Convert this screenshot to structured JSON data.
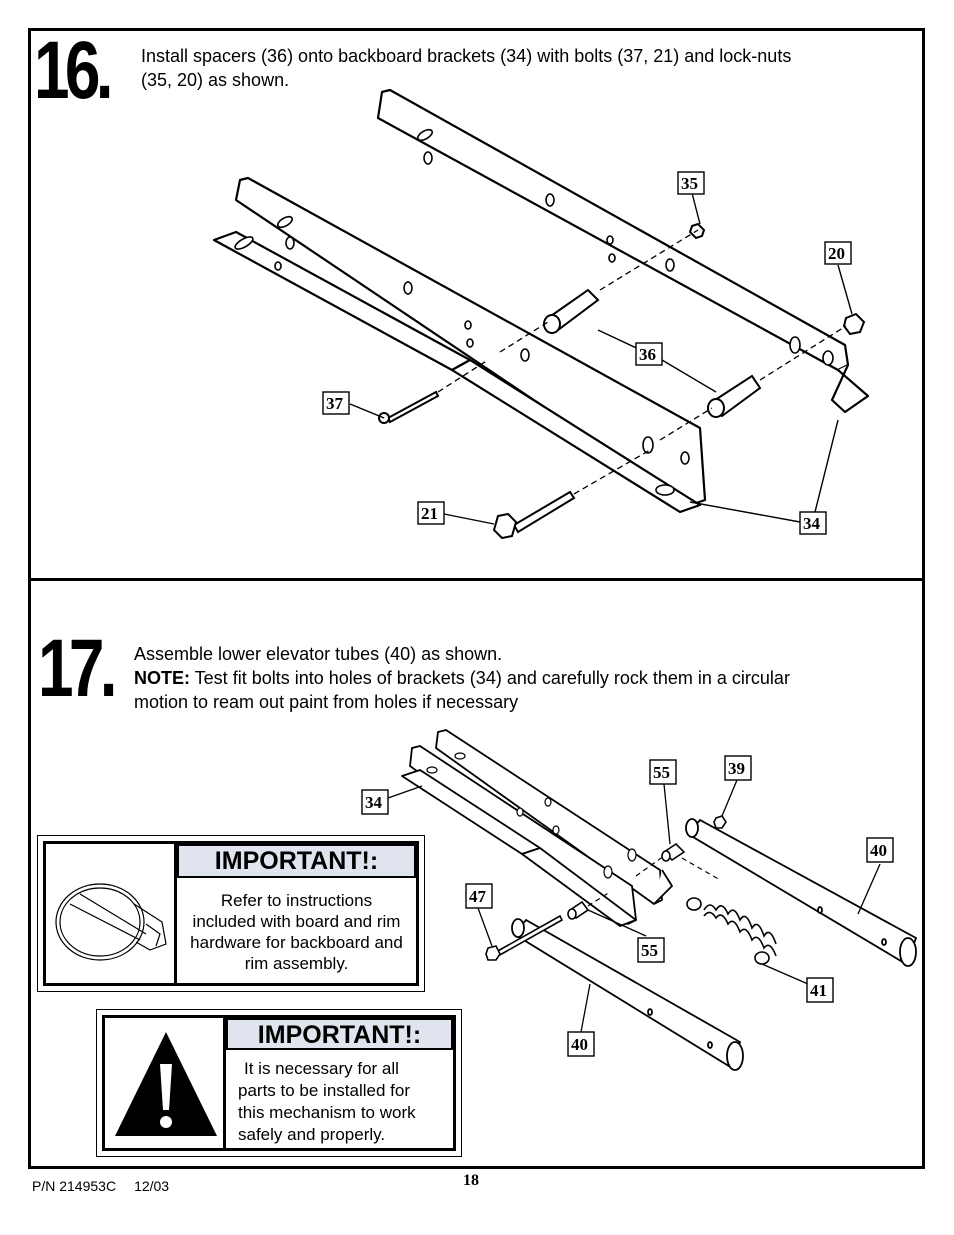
{
  "step16": {
    "number": "16.",
    "text_line1": "Install spacers (36) onto backboard brackets (34) with bolts (37, 21) and lock-nuts",
    "text_line2": "(35, 20) as shown.",
    "callouts": [
      "35",
      "20",
      "36",
      "37",
      "21",
      "34"
    ]
  },
  "step17": {
    "number": "17.",
    "text_line1": "Assemble lower elevator tubes (40) as shown.",
    "note_label": "NOTE:",
    "note_text_line1": " Test fit bolts into holes of brackets (34) and carefully rock them in a circular",
    "note_text_line2": "motion to ream out paint from holes if necessary",
    "callouts": [
      "55",
      "39",
      "34",
      "40",
      "47",
      "55",
      "41",
      "40"
    ]
  },
  "important1": {
    "heading": "IMPORTANT!:",
    "text_lines": [
      "Refer to instructions",
      "included with board and rim",
      "hardware for backboard and",
      "rim assembly."
    ]
  },
  "important2": {
    "heading": "IMPORTANT!:",
    "text_lines": [
      "It is necessary for all",
      "parts to be installed for",
      "this mechanism to work",
      "safely and properly."
    ]
  },
  "footer": {
    "part_number": "P/N 214953C",
    "date": "12/03",
    "page": "18"
  }
}
